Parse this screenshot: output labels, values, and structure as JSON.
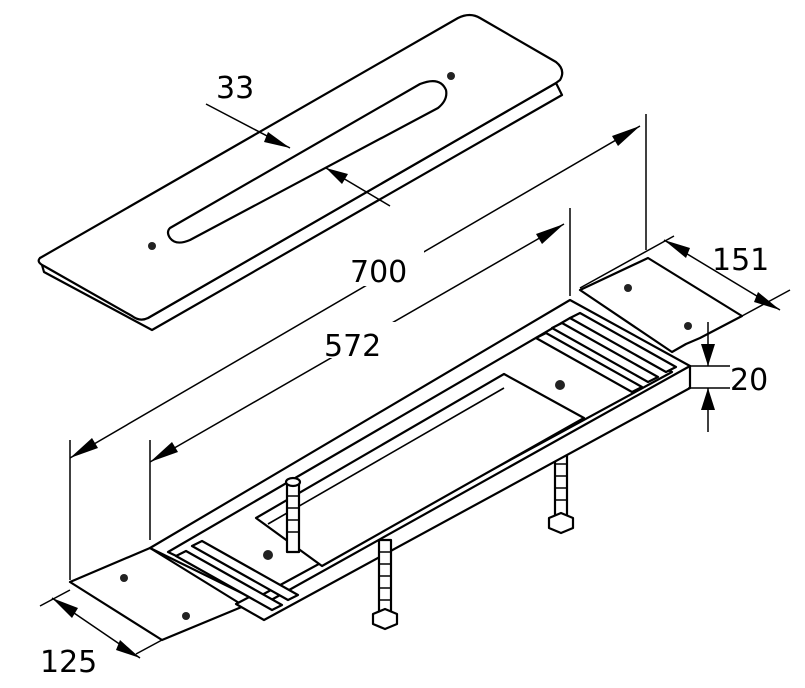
{
  "dimensions": {
    "slot_width": "33",
    "overall_length": "700",
    "inner_length": "572",
    "depth": "151",
    "height": "20",
    "width": "125"
  }
}
